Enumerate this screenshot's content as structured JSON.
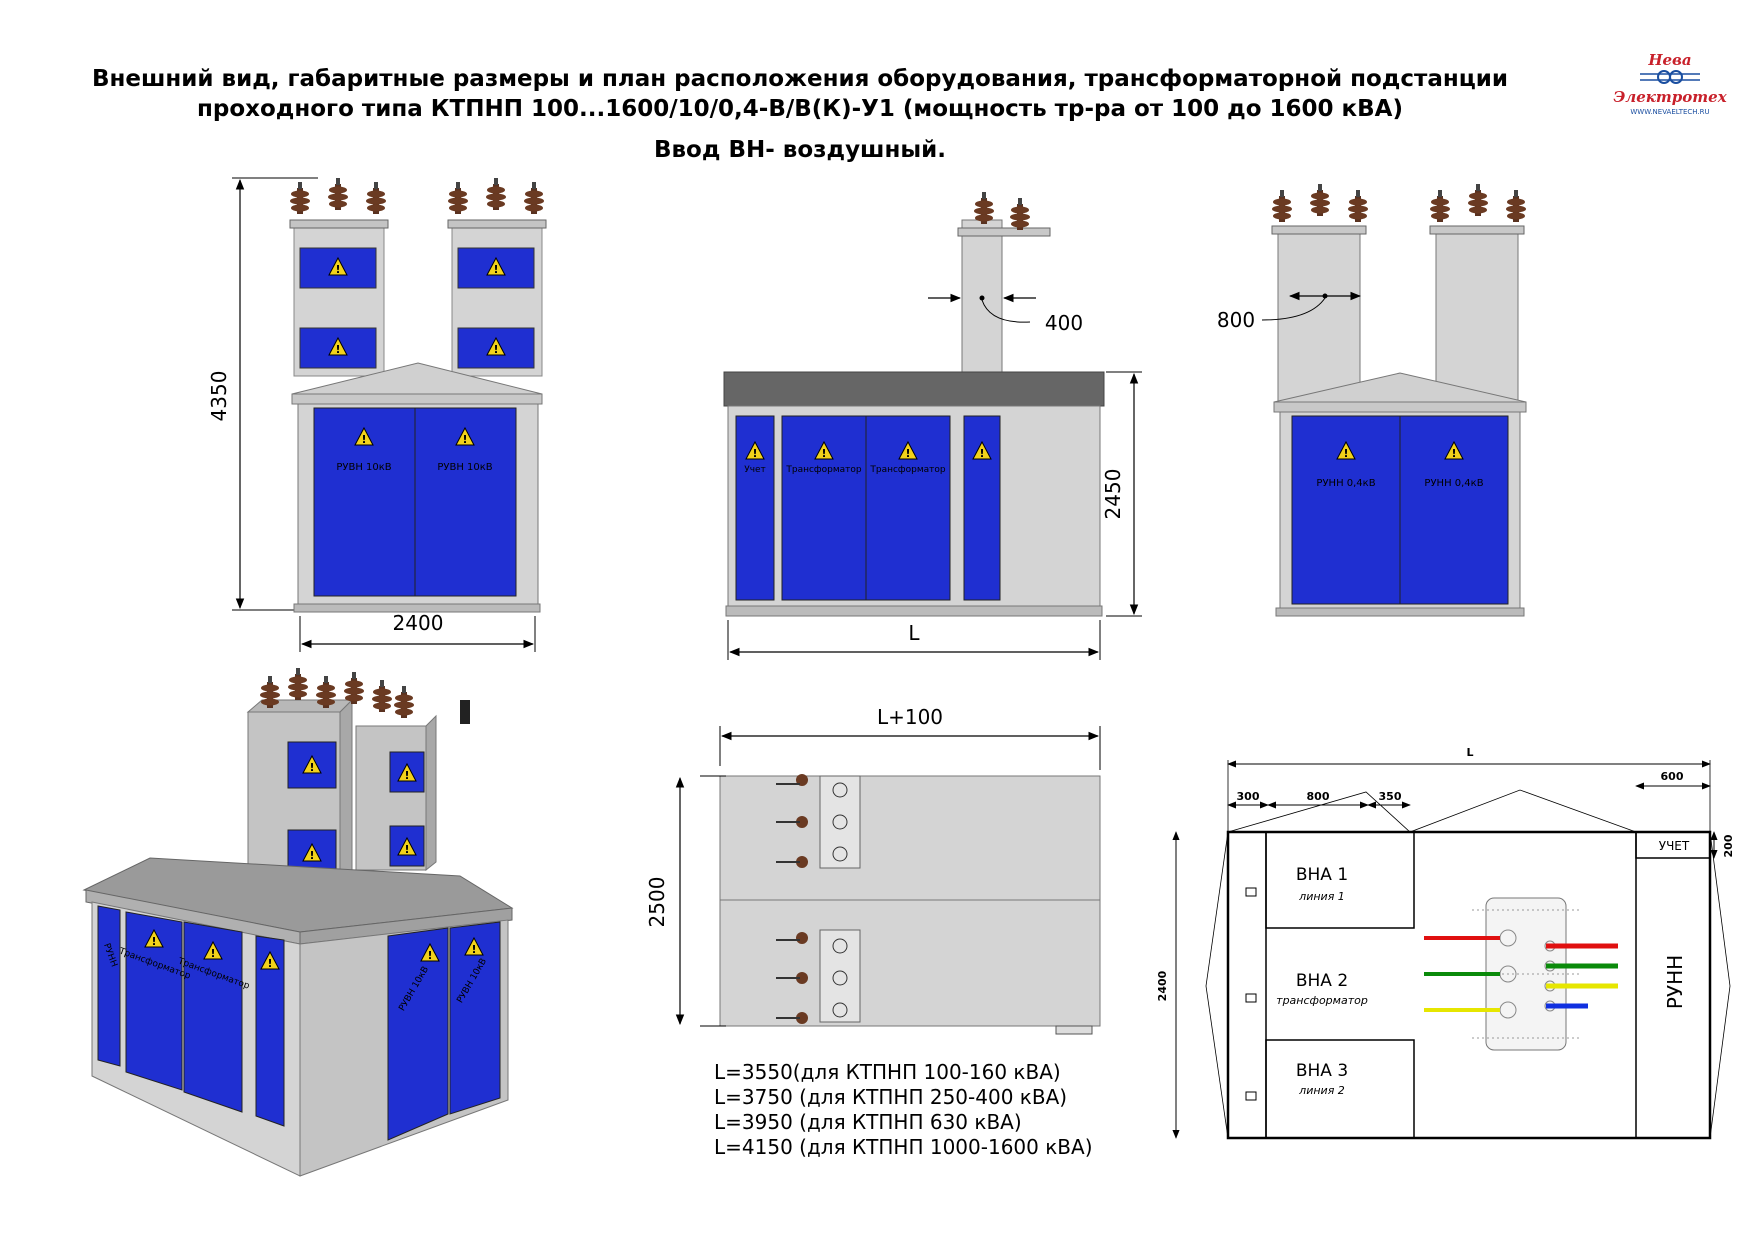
{
  "header": {
    "title_line1": "Внешний вид, габаритные размеры и план расположения оборудования, трансформаторной подстанции",
    "title_line2": "проходного типа КТПНП 100...1600/10/0,4-В/В(К)-У1 (мощность тр-ра от 100 до 1600 кВА)",
    "title_line3": "Ввод ВН- воздушный."
  },
  "logo": {
    "brand_top": "Нева",
    "brand_bottom": "Электротех",
    "url": "WWW.NEVAELTECH.RU",
    "colors": {
      "red": "#c8202a",
      "blue": "#1a4ea0"
    }
  },
  "front_view": {
    "dim_height": "4350",
    "dim_width": "2400",
    "door_labels": [
      "РУВН 10кВ",
      "РУВН 10кВ"
    ]
  },
  "side_view": {
    "dim_tower": "400",
    "dim_height": "2450",
    "dim_length": "L",
    "door_labels": [
      "Учет",
      "Трансформатор",
      "Трансформатор"
    ]
  },
  "back_view": {
    "dim_tower": "800",
    "door_labels": [
      "РУНН 0,4кВ",
      "РУНН 0,4кВ"
    ]
  },
  "isometric_view": {
    "door_labels": [
      "РУНН",
      "Трансформатор",
      "Трансформатор",
      "РУВН 10кВ",
      "РУВН 10кВ"
    ]
  },
  "top_view": {
    "dim_length": "L+100",
    "dim_width": "2500"
  },
  "length_notes": [
    "L=3550(для КТПНП 100-160 кВА)",
    "L=3750 (для КТПНП 250-400 кВА)",
    "L=3950 (для КТПНП 630 кВА)",
    "L=4150 (для КТПНП 1000-1600 кВА)"
  ],
  "plan": {
    "dim_total": "L",
    "dim_a": "300",
    "dim_b": "800",
    "dim_c": "350",
    "dim_d": "600",
    "dim_e": "200",
    "dim_height": "2400",
    "uchet": "УЧЕТ",
    "runn": "РУНН",
    "vna1": "ВНА 1",
    "vna1_sub": "линия 1",
    "vna2": "ВНА 2",
    "vna2_sub": "трансформатор",
    "vna3": "ВНА 3",
    "vna3_sub": "линия 2"
  },
  "colors": {
    "door_blue": "#1f2fd1",
    "body_grey": "#d4d4d4",
    "roof_grey": "#8a8a8a",
    "wire_red": "#e01010",
    "wire_green": "#0a8a0a",
    "wire_yellow": "#e6e600",
    "wire_blue": "#1030e0"
  }
}
